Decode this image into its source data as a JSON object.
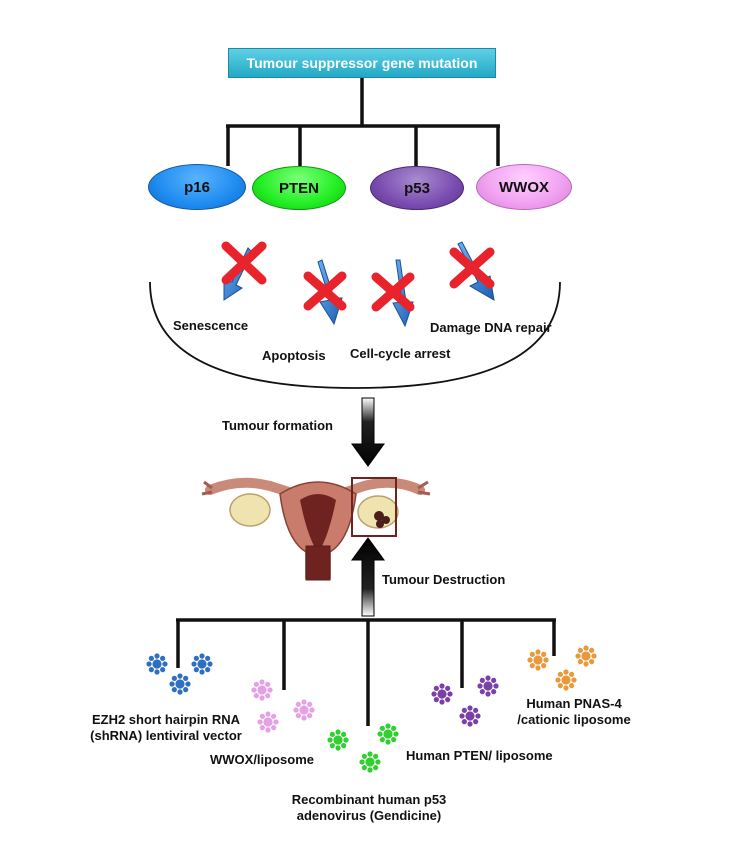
{
  "header": {
    "title": "Tumour suppressor gene mutation",
    "color": "#2cb5d2"
  },
  "genes": [
    {
      "label": "p16",
      "color": "#1f8cf0"
    },
    {
      "label": "PTEN",
      "color": "#22ee22"
    },
    {
      "label": "p53",
      "color": "#7a4cb0"
    },
    {
      "label": "WWOX",
      "color": "#f0a0f0"
    }
  ],
  "processes": [
    "Senescence",
    "Apoptosis",
    "Cell-cycle arrest",
    "Damage DNA repair"
  ],
  "formation_label": "Tumour formation",
  "destruction_label": "Tumour Destruction",
  "therapies": {
    "ezh2": [
      "EZH2 short hairpin RNA",
      "(shRNA) lentiviral vector"
    ],
    "wwox": "WWOX/liposome",
    "p53": [
      "Recombinant human p53",
      "adenovirus (Gendicine)"
    ],
    "pten": "Human PTEN/ liposome",
    "pnas": [
      "Human PNAS-4",
      "/cationic liposome"
    ]
  },
  "colors": {
    "arrow_blue": "#2f7fd6",
    "cross_red": "#e8232b",
    "particle_blue": "#2f6fc0",
    "particle_pink": "#e6a0e6",
    "particle_green": "#2fd02f",
    "particle_purple": "#7a3fa8",
    "particle_orange": "#e89a3a"
  }
}
